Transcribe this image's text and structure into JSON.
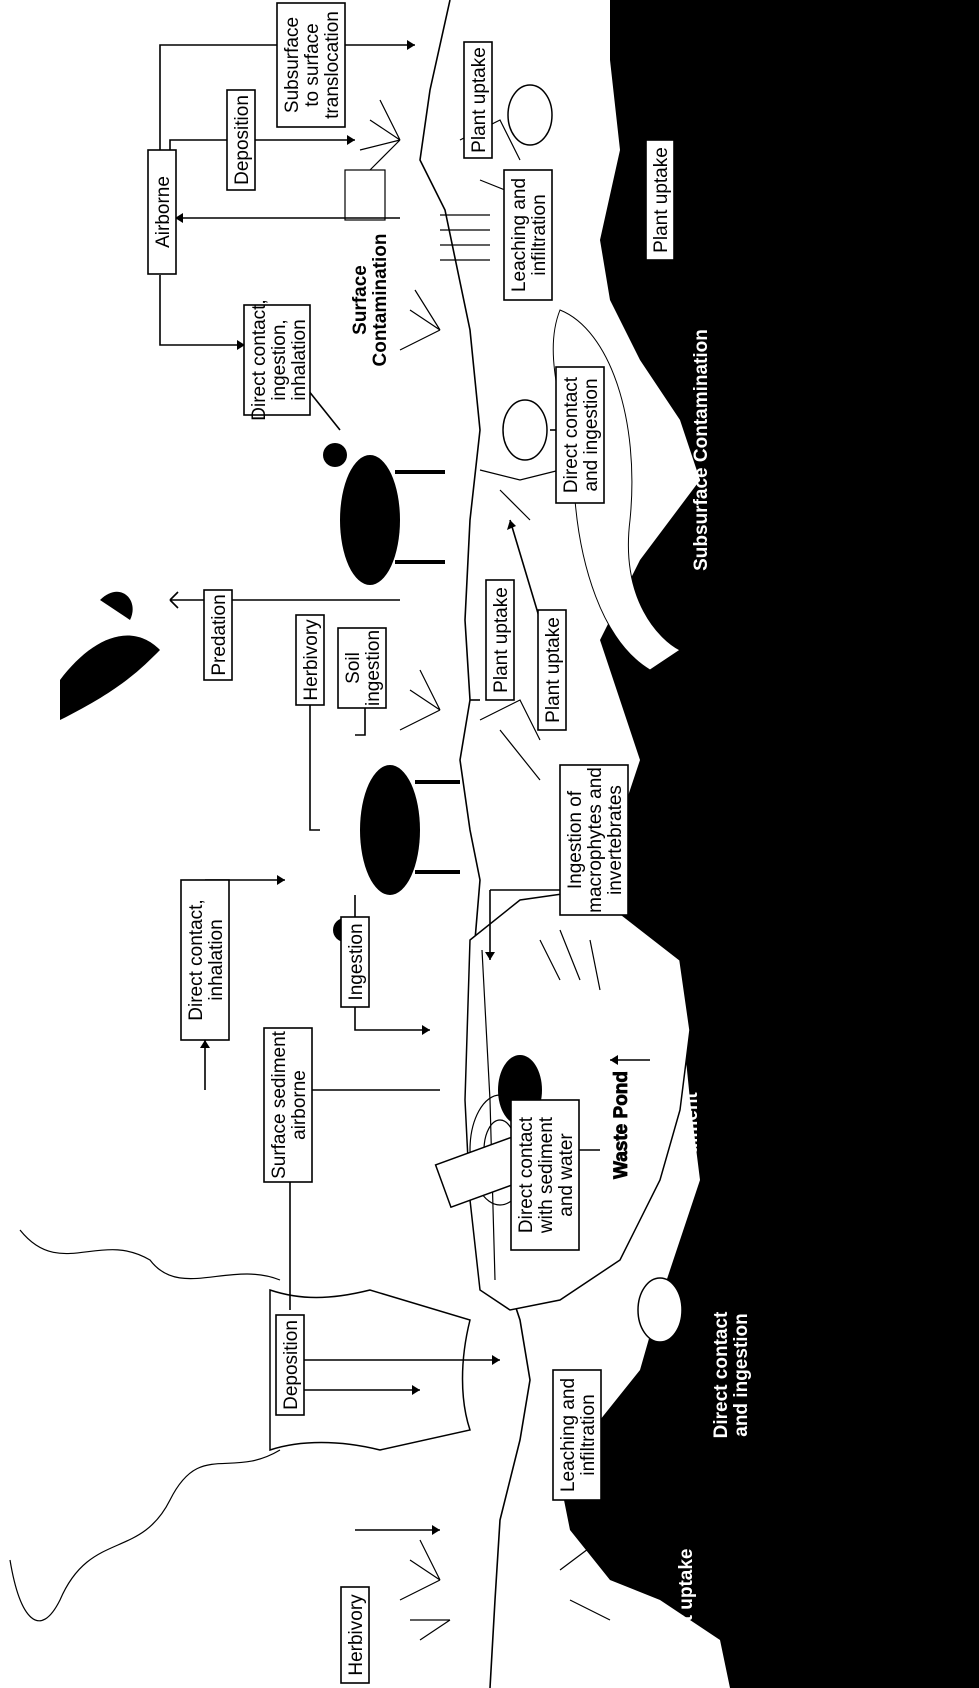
{
  "labels": {
    "airborne": "Airborne",
    "deposition_top": "Deposition",
    "subsurface_to_surface": [
      "Subsurface",
      "to surface",
      "translocation"
    ],
    "plant_uptake_top": "Plant uptake",
    "plant_uptake_right": "Plant uptake",
    "leaching_top": [
      "Leaching and",
      "infiltration"
    ],
    "surface_contamination": [
      "Surface",
      "Contamination"
    ],
    "direct_contact_ingestion_inhalation": [
      "Direct contact,",
      "ingestion,",
      "inhalation"
    ],
    "direct_contact_ingestion_mid": [
      "Direct contact",
      "and ingestion"
    ],
    "subsurface_contamination": "Subsurface Contamination",
    "predation": "Predation",
    "herbivory_mid": "Herbivory",
    "soil_ingestion": [
      "Soil",
      "ingestion"
    ],
    "plant_uptake_mid": "Plant uptake",
    "plant_uptake_mid2": "Plant uptake",
    "ingestion_macrophytes": [
      "Ingestion of",
      "macrophytes and",
      "invertebrates"
    ],
    "direct_contact_inhalation": [
      "Direct contact,",
      "inhalation"
    ],
    "ingestion": "Ingestion",
    "surface_sediment_airborne": [
      "Surface sediment",
      "airborne"
    ],
    "waste_pond": "Waste Pond",
    "sediment": "Sediment",
    "direct_contact_sediment_water": [
      "Direct contact",
      "with sediment",
      "and water"
    ],
    "direct_contact_ingestion_bottom": [
      "Direct contact",
      "and ingestion"
    ],
    "deposition_bottom": "Deposition",
    "leaching_bottom": [
      "Leaching and",
      "infiltration"
    ],
    "herbivory_bottom": "Herbivory",
    "plant_uptake_bottom": "Plant uptake"
  },
  "colors": {
    "ground": "#000000",
    "paper": "#ffffff",
    "ink": "#000000"
  }
}
